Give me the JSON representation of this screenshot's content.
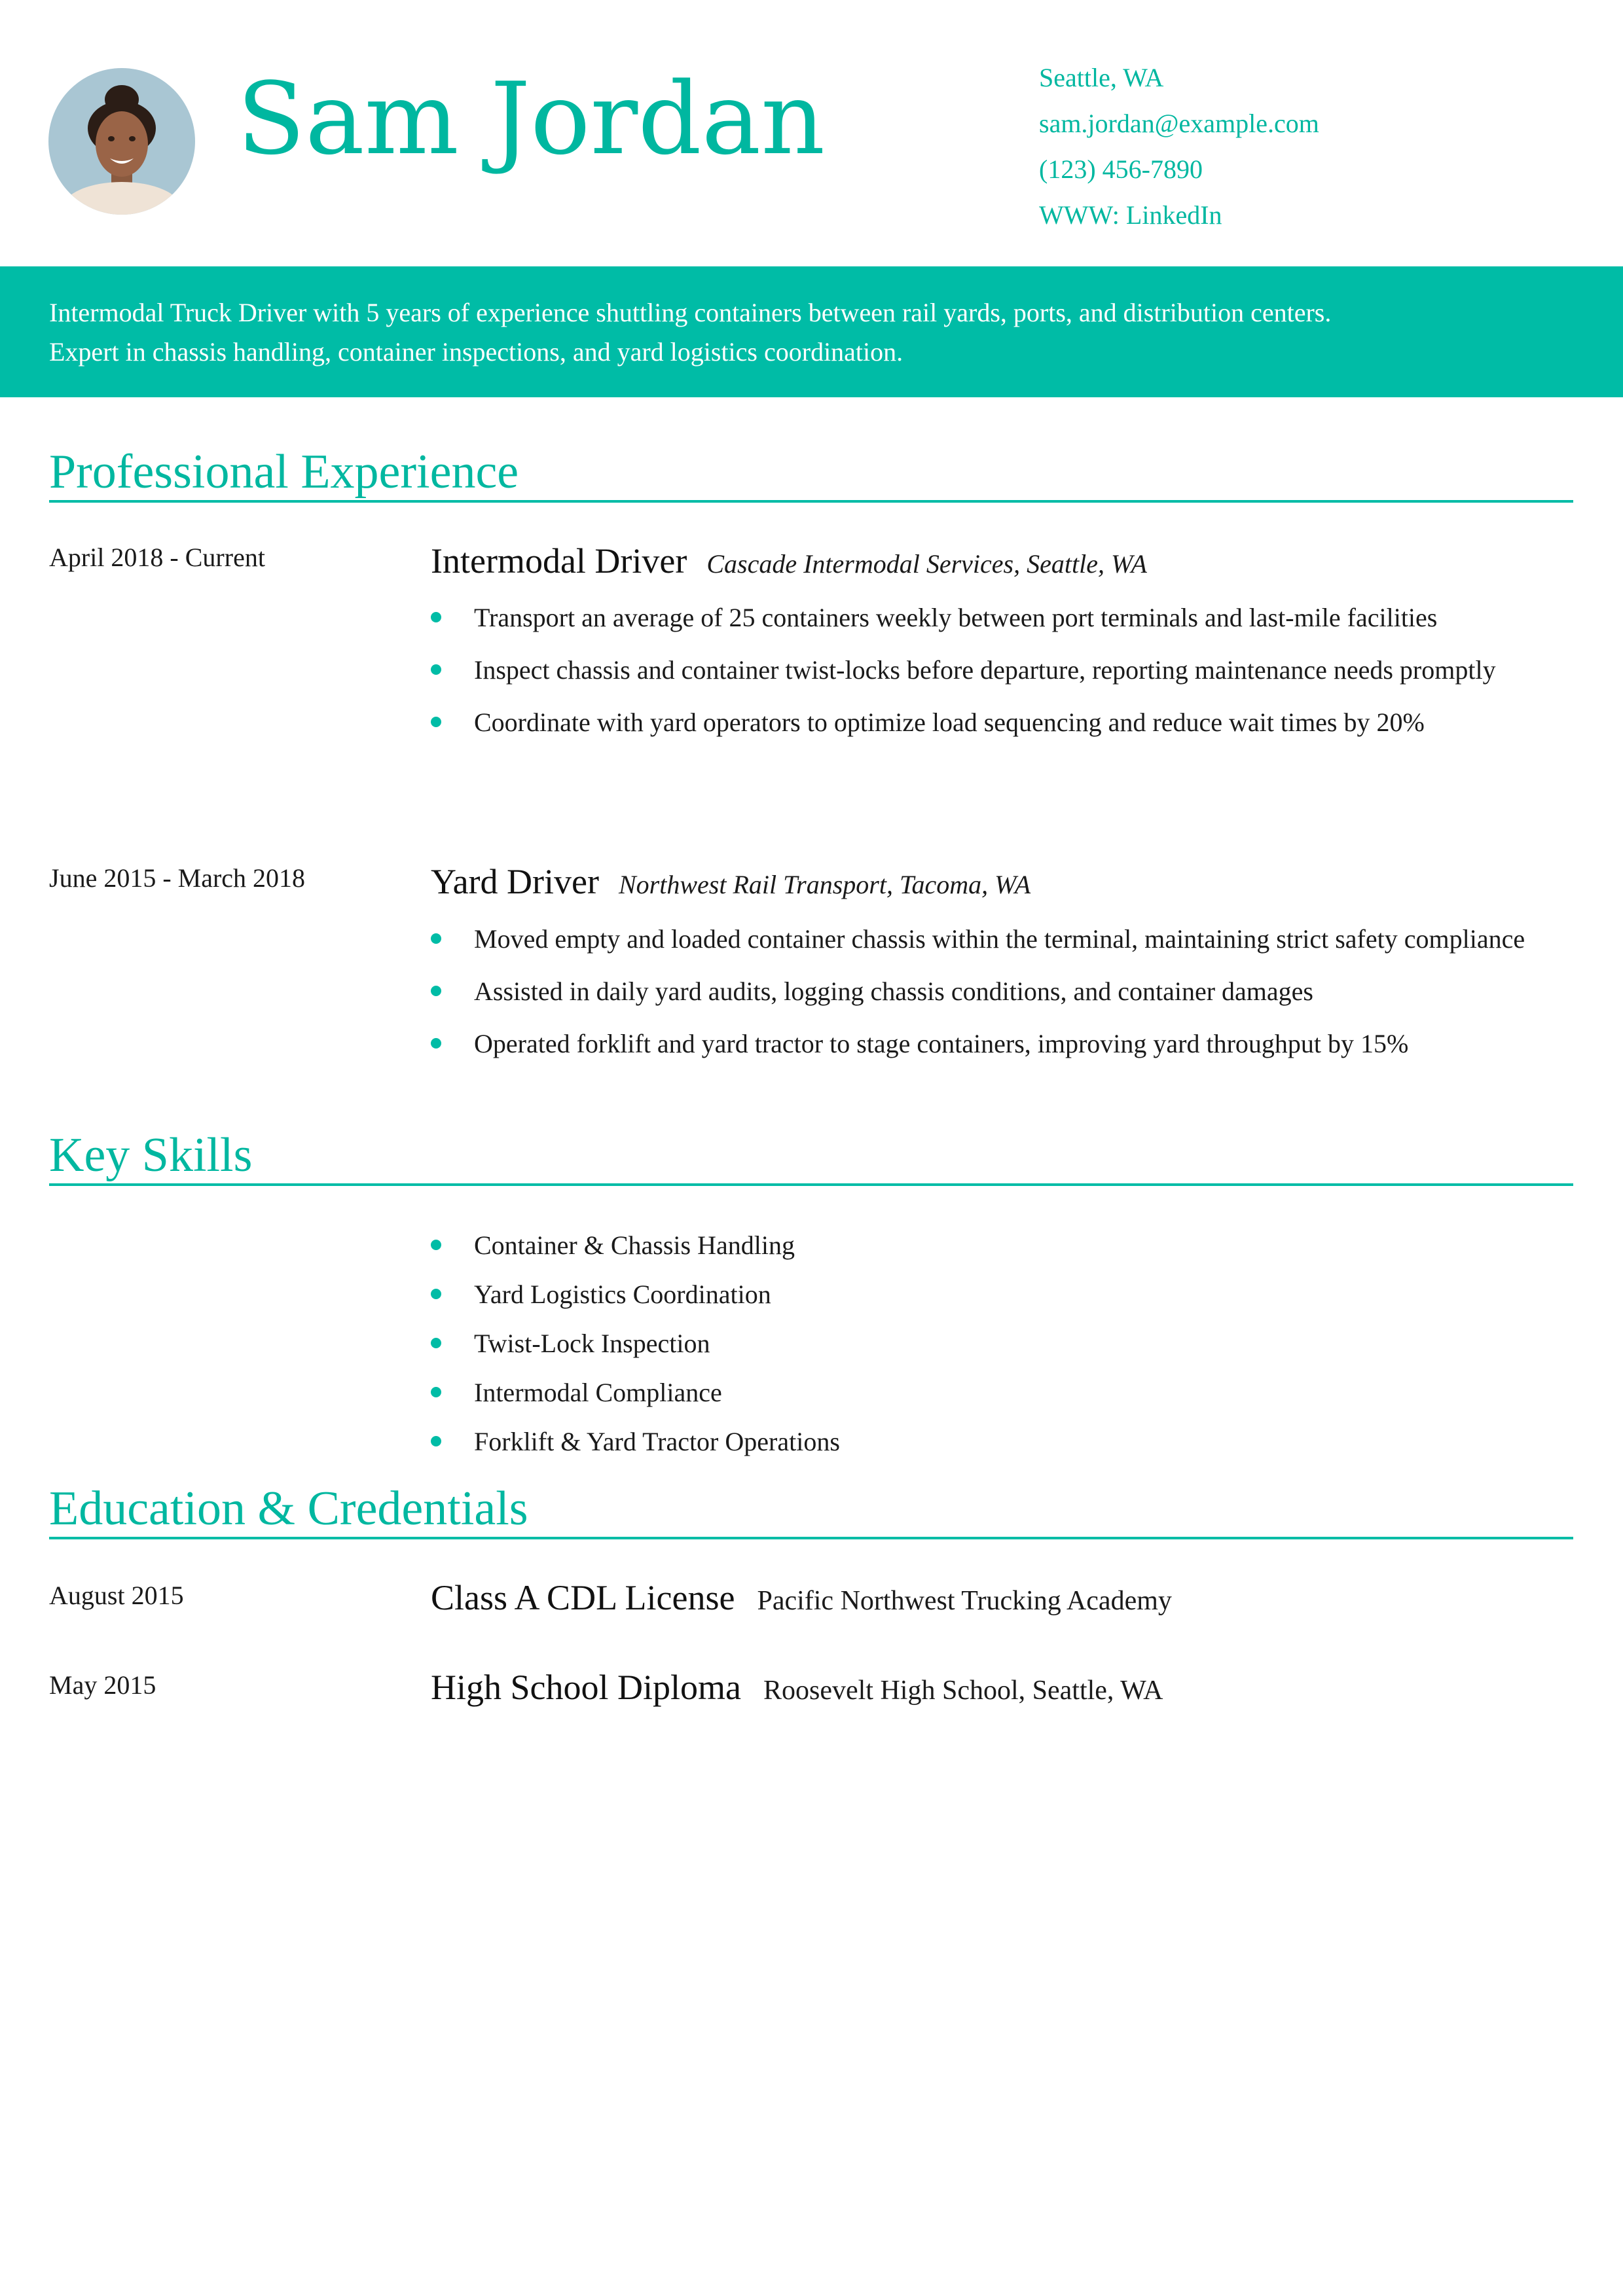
{
  "header": {
    "name": "Sam Jordan",
    "contact": [
      "Seattle, WA",
      "sam.jordan@example.com",
      "(123) 456-7890",
      "WWW: LinkedIn"
    ]
  },
  "summary": {
    "line1": "Intermodal Truck Driver with 5 years of experience shuttling containers between rail yards, ports, and distribution centers.",
    "line2": "Expert in chassis handling, container inspections, and yard logistics coordination."
  },
  "experience": {
    "title": "Professional Experience",
    "jobs": [
      {
        "dates": "April 2018 - Current",
        "role": "Intermodal Driver",
        "org": "Cascade Intermodal Services, Seattle, WA",
        "bullets": [
          "Transport an average of 25 containers weekly between port terminals and last-mile facilities",
          "Inspect chassis and container twist-locks before departure, reporting maintenance needs promptly",
          "Coordinate with yard operators to optimize load sequencing and reduce wait times by 20%"
        ]
      },
      {
        "dates": "June 2015 - March 2018",
        "role": "Yard Driver",
        "org": "Northwest Rail Transport, Tacoma, WA",
        "bullets": [
          "Moved empty and loaded container chassis within the terminal, maintaining strict safety compliance",
          "Assisted in daily yard audits, logging chassis conditions, and container damages",
          "Operated forklift and yard tractor to stage containers, improving yard throughput by 15%"
        ]
      }
    ]
  },
  "skills": {
    "title": "Key Skills",
    "items": [
      "Container & Chassis Handling",
      "Yard Logistics Coordination",
      "Twist-Lock Inspection",
      "Intermodal Compliance",
      "Forklift & Yard Tractor Operations"
    ]
  },
  "education": {
    "title": "Education & Credentials",
    "items": [
      {
        "date": "August 2015",
        "credential": "Class A CDL License",
        "school": "Pacific Northwest Trucking Academy"
      },
      {
        "date": "May 2015",
        "credential": "High School Diploma",
        "school": "Roosevelt High School, Seattle, WA"
      }
    ]
  },
  "colors": {
    "accent": "#00b7a0",
    "band": "#00bca6"
  }
}
